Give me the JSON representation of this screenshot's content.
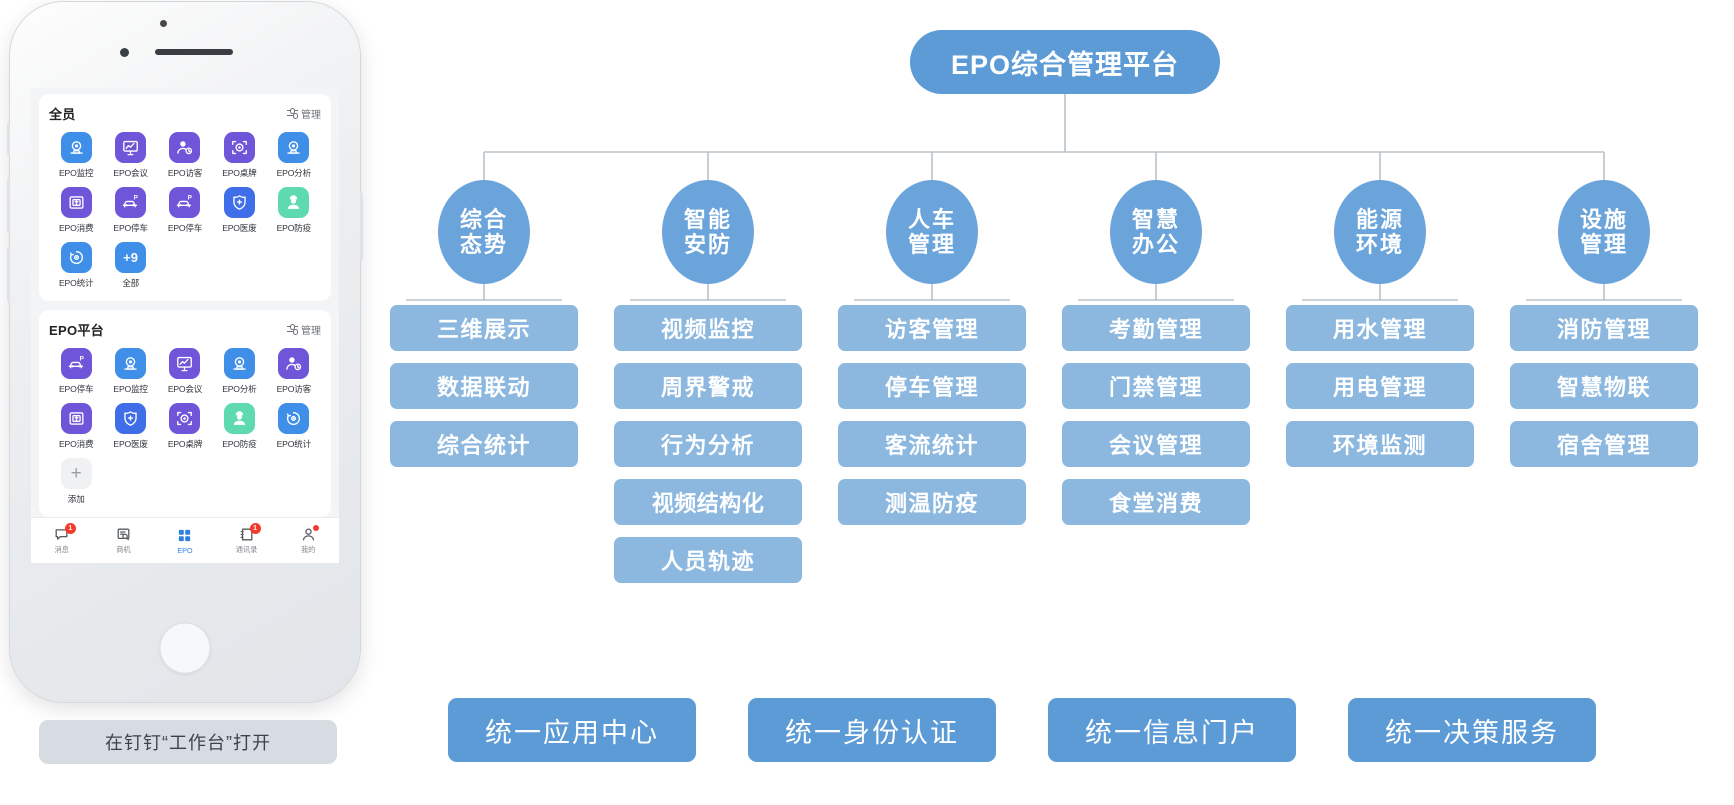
{
  "phone": {
    "caption": "在钉钉“工作台”打开",
    "sections": [
      {
        "title": "全员",
        "manage_label": "管理",
        "apps": [
          {
            "label": "EPO监控",
            "icon": "camera-icon",
            "color": "#3f8ee8"
          },
          {
            "label": "EPO会议",
            "icon": "presentation-chart-icon",
            "color": "#6f56d9"
          },
          {
            "label": "EPO访客",
            "icon": "visitor-person-icon",
            "color": "#6f56d9"
          },
          {
            "label": "EPO桌牌",
            "icon": "desk-badge-icon",
            "color": "#6f56d9"
          },
          {
            "label": "EPO分析",
            "icon": "camera-icon",
            "color": "#3f8ee8"
          },
          {
            "label": "EPO消费",
            "icon": "payment-icon",
            "color": "#6f56d9"
          },
          {
            "label": "EPO停车",
            "icon": "parking-car-icon",
            "color": "#6f56d9"
          },
          {
            "label": "EPO停车",
            "icon": "parking-car-icon",
            "color": "#6f56d9"
          },
          {
            "label": "EPO医废",
            "icon": "medical-shield-icon",
            "color": "#3f6ee8"
          },
          {
            "label": "EPO防疫",
            "icon": "doctor-icon",
            "color": "#5fd9b0"
          },
          {
            "label": "EPO统计",
            "icon": "statistics-icon",
            "color": "#3f8ee8"
          },
          {
            "label": "全部",
            "icon": "more-count-icon",
            "color": "#3f8ee8",
            "badge": "+9"
          }
        ]
      },
      {
        "title": "EPO平台",
        "manage_label": "管理",
        "apps": [
          {
            "label": "EPO停车",
            "icon": "parking-car-icon",
            "color": "#6f56d9"
          },
          {
            "label": "EPO监控",
            "icon": "camera-icon",
            "color": "#3f8ee8"
          },
          {
            "label": "EPO会议",
            "icon": "presentation-chart-icon",
            "color": "#6f56d9"
          },
          {
            "label": "EPO分析",
            "icon": "camera-icon",
            "color": "#3f8ee8"
          },
          {
            "label": "EPO访客",
            "icon": "visitor-person-icon",
            "color": "#6f56d9"
          },
          {
            "label": "EPO消费",
            "icon": "payment-icon",
            "color": "#6f56d9"
          },
          {
            "label": "EPO医废",
            "icon": "medical-shield-icon",
            "color": "#3f6ee8"
          },
          {
            "label": "EPO桌牌",
            "icon": "desk-badge-icon",
            "color": "#6f56d9"
          },
          {
            "label": "EPO防疫",
            "icon": "doctor-icon",
            "color": "#5fd9b0"
          },
          {
            "label": "EPO统计",
            "icon": "statistics-icon",
            "color": "#3f8ee8"
          },
          {
            "label": "添加",
            "icon": "plus-icon",
            "color": "#f0f1f3"
          }
        ]
      }
    ],
    "tabbar": [
      {
        "label": "消息",
        "icon": "chat-bubble-icon",
        "badge": "1",
        "active": false
      },
      {
        "label": "商机",
        "icon": "business-search-icon",
        "badge": "",
        "active": false
      },
      {
        "label": "EPO",
        "icon": "grid-apps-icon",
        "badge": "",
        "active": true
      },
      {
        "label": "通讯录",
        "icon": "contacts-icon",
        "badge": "1",
        "active": false
      },
      {
        "label": "我的",
        "icon": "user-profile-icon",
        "badge": "dot",
        "active": false
      }
    ]
  },
  "diagram": {
    "root": "EPO综合管理平台",
    "branches": [
      {
        "line1": "综合",
        "line2": "态势",
        "items": [
          "三维展示",
          "数据联动",
          "综合统计"
        ]
      },
      {
        "line1": "智能",
        "line2": "安防",
        "items": [
          "视频监控",
          "周界警戒",
          "行为分析",
          "视频结构化",
          "人员轨迹"
        ]
      },
      {
        "line1": "人车",
        "line2": "管理",
        "items": [
          "访客管理",
          "停车管理",
          "客流统计",
          "测温防疫"
        ]
      },
      {
        "line1": "智慧",
        "line2": "办公",
        "items": [
          "考勤管理",
          "门禁管理",
          "会议管理",
          "食堂消费"
        ]
      },
      {
        "line1": "能源",
        "line2": "环境",
        "items": [
          "用水管理",
          "用电管理",
          "环境监测"
        ]
      },
      {
        "line1": "设施",
        "line2": "管理",
        "items": [
          "消防管理",
          "智慧物联",
          "宿舍管理"
        ]
      }
    ],
    "footer": [
      "统一应用中心",
      "统一身份认证",
      "统一信息门户",
      "统一决策服务"
    ]
  },
  "colors": {
    "root_node": "#5c9bd6",
    "circle": "#6ba4da",
    "chip": "#8cb8e0",
    "footer_button": "#5c9bd6",
    "connector_line": "#b9c3cc",
    "caption_bg": "#d7dce2"
  }
}
